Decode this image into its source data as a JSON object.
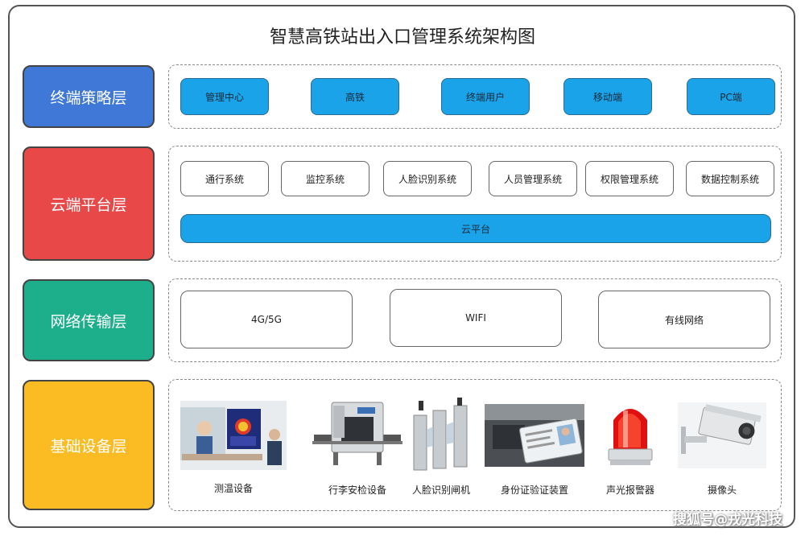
{
  "title": "智慧高铁站出入口管理系统架构图",
  "colors": {
    "strategy": "#3f78d6",
    "cloud": "#e84848",
    "network": "#1dae8c",
    "device": "#fbbb22",
    "node_blue": "#1aa3e8"
  },
  "layers": {
    "strategy": {
      "label": "终端策略层",
      "nodes": [
        "管理中心",
        "高铁",
        "终端用户",
        "移动端",
        "PC端"
      ]
    },
    "cloud": {
      "label": "云端平台层",
      "systems": [
        "通行系统",
        "监控系统",
        "人脸识别系统",
        "人员管理系统",
        "权限管理系统",
        "数据控制系统"
      ],
      "platform": "云平台"
    },
    "network": {
      "label": "网络传输层",
      "nodes": [
        "4G/5G",
        "WIFI",
        "有线网络"
      ]
    },
    "device": {
      "label": "基础设备层",
      "devices": [
        {
          "name": "测温设备",
          "icon": "thermal-screen-icon"
        },
        {
          "name": "行李安检设备",
          "icon": "xray-scanner-icon"
        },
        {
          "name": "人脸识别闸机",
          "icon": "turnstile-gate-icon"
        },
        {
          "name": "身份证验证装置",
          "icon": "id-card-reader-icon"
        },
        {
          "name": "声光报警器",
          "icon": "alarm-light-icon"
        },
        {
          "name": "摄像头",
          "icon": "camera-icon"
        }
      ]
    }
  },
  "watermark": "搜狐号@戎光科技"
}
